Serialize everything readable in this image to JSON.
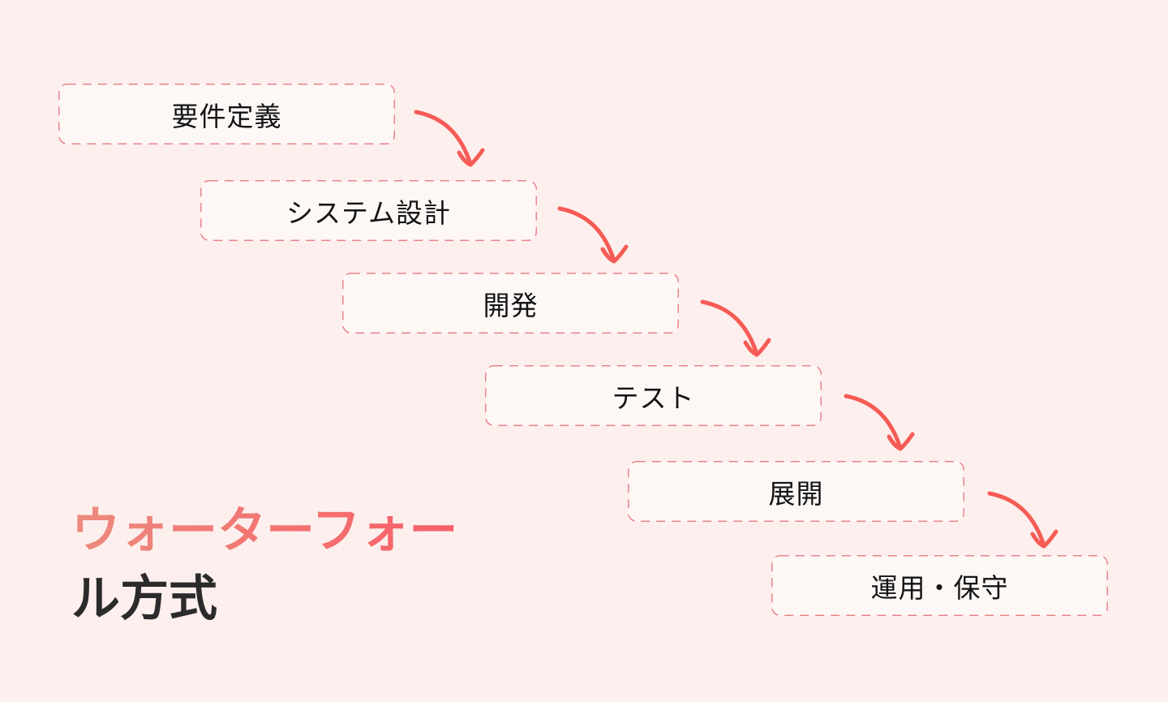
{
  "title": {
    "line1": "ウォーターフォー",
    "line2": "ル方式"
  },
  "diagram": {
    "type": "flowchart",
    "layout": "staircase-top-left-to-bottom-right",
    "connector": "curved-down-right-arrow",
    "steps": [
      {
        "label": "要件定義"
      },
      {
        "label": "システム設計"
      },
      {
        "label": "開発"
      },
      {
        "label": "テスト"
      },
      {
        "label": "展開"
      },
      {
        "label": "運用・保守"
      }
    ]
  },
  "colors": {
    "background": "#fdefed",
    "box_fill": "#fdf8f6",
    "box_border": "#e8838b",
    "arrow": "#f65b55",
    "title_gradient_start": "#ec8b7d",
    "title_gradient_end": "#f85f68",
    "title_secondary": "#2b2b2b",
    "step_text": "#141414"
  }
}
